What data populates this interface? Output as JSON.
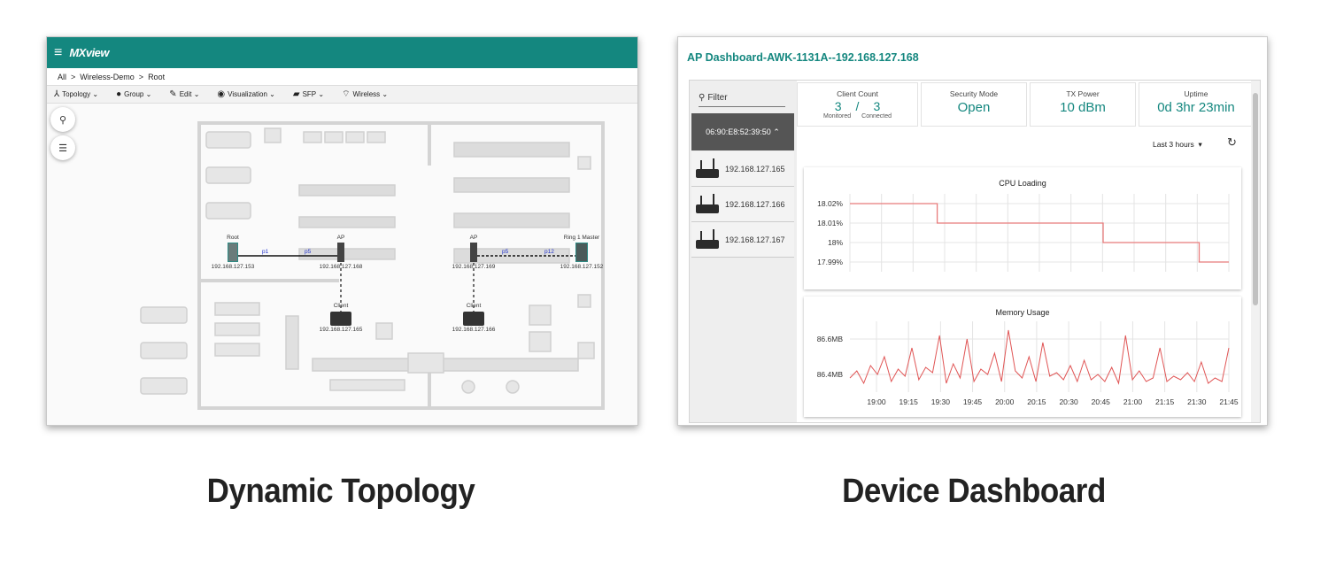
{
  "topology": {
    "app_logo": "MXview",
    "breadcrumb": [
      "All",
      ">",
      "Wireless-Demo",
      ">",
      "Root"
    ],
    "toolbar": [
      {
        "label": "Topology",
        "icon": "topology-icon"
      },
      {
        "label": "Group",
        "icon": "group-icon"
      },
      {
        "label": "Edit",
        "icon": "pencil-icon"
      },
      {
        "label": "Visualization",
        "icon": "eye-icon"
      },
      {
        "label": "SFP",
        "icon": "sfp-icon"
      },
      {
        "label": "Wireless",
        "icon": "wifi-icon"
      }
    ],
    "nodes": {
      "root": {
        "name": "Root",
        "ip": "192.168.127.153"
      },
      "ap1": {
        "name": "AP",
        "ip": "192.168.127.168"
      },
      "ap2": {
        "name": "AP",
        "ip": "192.168.127.169"
      },
      "ring": {
        "name": "Ring 1 Master",
        "ip": "192.168.127.152"
      },
      "client1": {
        "name": "Client",
        "ip": "192.168.127.165"
      },
      "client2": {
        "name": "Client",
        "ip": "192.168.127.166"
      }
    },
    "ports": {
      "p1": "p1",
      "p5a": "p5",
      "p5b": "p5",
      "p12": "p12"
    }
  },
  "dashboard": {
    "title": "AP Dashboard-AWK-1131A--192.168.127.168",
    "filter_placeholder": "Filter",
    "mac": "06:90:E8:52:39:50",
    "clients": [
      "192.168.127.165",
      "192.168.127.166",
      "192.168.127.167"
    ],
    "stats": {
      "client_count_label": "Client Count",
      "monitored": "3",
      "slash": "/",
      "connected": "3",
      "monitored_label": "Monitored",
      "connected_label": "Connected",
      "security_label": "Security Mode",
      "security_value": "Open",
      "tx_label": "TX Power",
      "tx_value": "10 dBm",
      "uptime_label": "Uptime",
      "uptime_value": "0d 3hr 23min"
    },
    "range": "Last 3 hours"
  },
  "chart_data": [
    {
      "type": "line",
      "title": "CPU Loading",
      "y_ticks": [
        "18.02%",
        "18.01%",
        "18%",
        "17.99%"
      ],
      "ylim": [
        17.985,
        18.025
      ],
      "grid": true,
      "series": [
        {
          "values": [
            [
              0,
              18.02
            ],
            [
              0.5,
              18.02
            ],
            [
              0.5,
              18.01
            ],
            [
              1.45,
              18.01
            ],
            [
              1.45,
              18.0
            ],
            [
              2.0,
              18.0
            ],
            [
              2.0,
              17.99
            ],
            [
              2.17,
              17.99
            ]
          ]
        }
      ],
      "color": "#e87b7b"
    },
    {
      "type": "line",
      "title": "Memory Usage",
      "x_ticks": [
        "19:00",
        "19:15",
        "19:30",
        "19:45",
        "20:00",
        "20:15",
        "20:30",
        "20:45",
        "21:00",
        "21:15",
        "21:30",
        "21:45"
      ],
      "y_ticks": [
        "86.6MB",
        "86.4MB"
      ],
      "grid": true,
      "color": "#e05555",
      "series": [
        {
          "values": [
            86.38,
            86.42,
            86.35,
            86.45,
            86.4,
            86.5,
            86.36,
            86.43,
            86.39,
            86.55,
            86.37,
            86.44,
            86.41,
            86.62,
            86.35,
            86.46,
            86.38,
            86.6,
            86.36,
            86.43,
            86.4,
            86.52,
            86.36,
            86.65,
            86.42,
            86.38,
            86.5,
            86.36,
            86.58,
            86.39,
            86.41,
            86.37,
            86.45,
            86.36,
            86.48,
            86.37,
            86.4,
            86.36,
            86.44,
            86.35,
            86.62,
            86.37,
            86.42,
            86.36,
            86.38,
            86.55,
            86.36,
            86.39,
            86.37,
            86.41,
            86.36,
            86.47,
            86.35,
            86.38,
            86.36,
            86.55
          ]
        }
      ]
    }
  ],
  "captions": {
    "left": "Dynamic Topology",
    "right": "Device Dashboard"
  }
}
